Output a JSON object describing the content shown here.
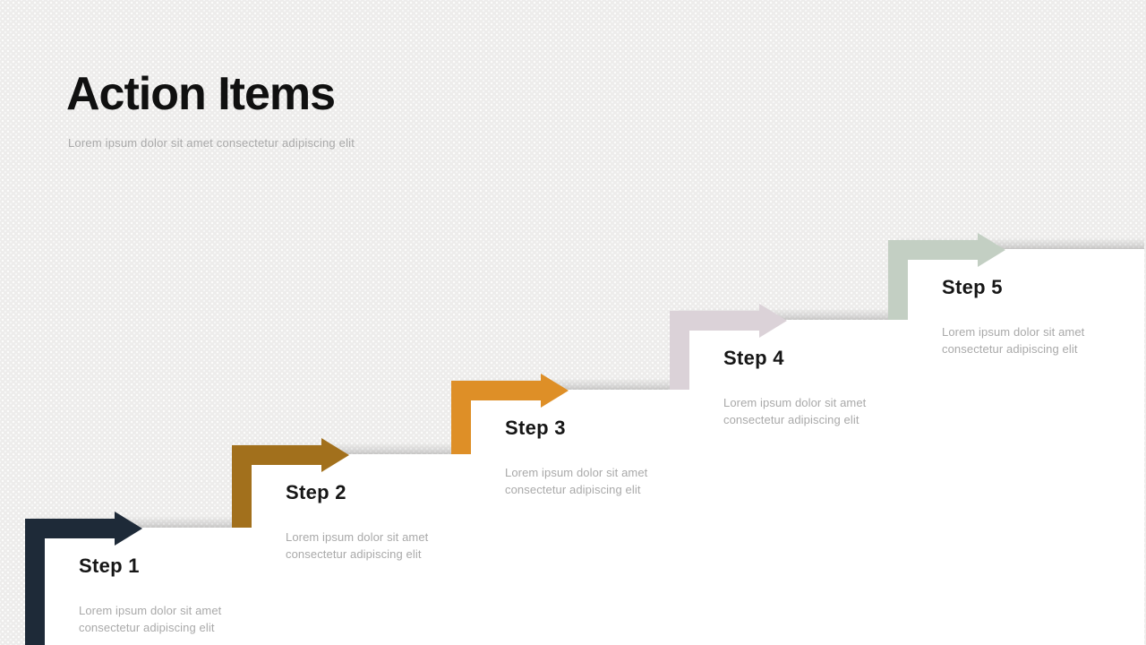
{
  "slide": {
    "title": "Action Items",
    "subtitle": "Lorem ipsum dolor sit amet consectetur adipiscing elit",
    "colors": {
      "background": "#EDECEB",
      "card": "#FFFFFF",
      "heading_text": "#161616",
      "muted_text": "#A9A9A9"
    },
    "steps": [
      {
        "label": "Step 1",
        "description": "Lorem ipsum dolor sit amet consectetur adipiscing elit",
        "color": "#1E2A38"
      },
      {
        "label": "Step 2",
        "description": "Lorem ipsum dolor sit amet consectetur adipiscing elit",
        "color": "#A2701C"
      },
      {
        "label": "Step 3",
        "description": "Lorem ipsum dolor sit amet consectetur adipiscing elit",
        "color": "#DE8F27"
      },
      {
        "label": "Step 4",
        "description": "Lorem ipsum dolor sit amet consectetur adipiscing elit",
        "color": "#DBD2D8"
      },
      {
        "label": "Step 5",
        "description": "Lorem ipsum dolor sit amet consectetur adipiscing elit",
        "color": "#C3CFC3"
      }
    ]
  }
}
